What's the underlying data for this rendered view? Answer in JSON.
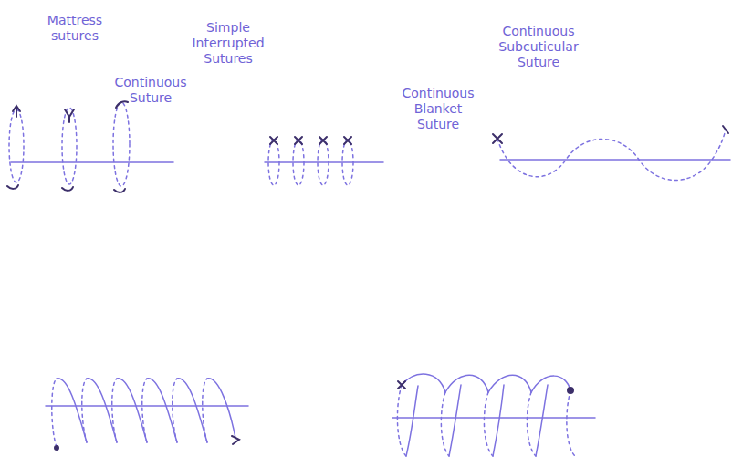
{
  "diagram": {
    "labels": [
      "Mattress sutures",
      "Simple Interrupted Sutures",
      "Continuous Subcuticular Suture",
      "Continuous Suture",
      "Continuous Blanket Suture"
    ]
  }
}
